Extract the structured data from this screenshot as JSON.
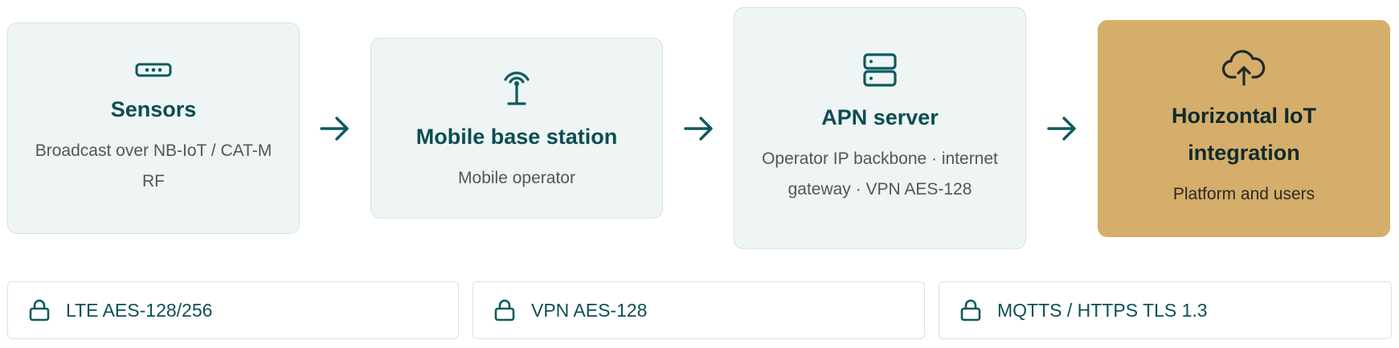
{
  "flow": {
    "nodes": [
      {
        "icon": "sensor-icon",
        "title": "Sensors",
        "subtitle": "Broadcast over NB-IoT / CAT-M RF"
      },
      {
        "icon": "antenna-icon",
        "title": "Mobile base station",
        "subtitle": "Mobile operator"
      },
      {
        "icon": "server-icon",
        "title": "APN server",
        "subtitle": "Operator IP backbone · internet gateway · VPN AES-128"
      },
      {
        "icon": "cloud-upload-icon",
        "title": "Horizontal IoT integration",
        "subtitle": "Platform and users"
      }
    ],
    "arrow_icon": "arrow-right-icon"
  },
  "security": {
    "icon": "lock-icon",
    "items": [
      {
        "label": "LTE AES-128/256"
      },
      {
        "label": "VPN AES-128"
      },
      {
        "label": "MQTTS / HTTPS TLS 1.3"
      }
    ]
  },
  "colors": {
    "card_bg": "#eef5f4",
    "card_border": "#d3e4e2",
    "accent": "#0d5a5e",
    "highlight": "#d4ae6a"
  }
}
